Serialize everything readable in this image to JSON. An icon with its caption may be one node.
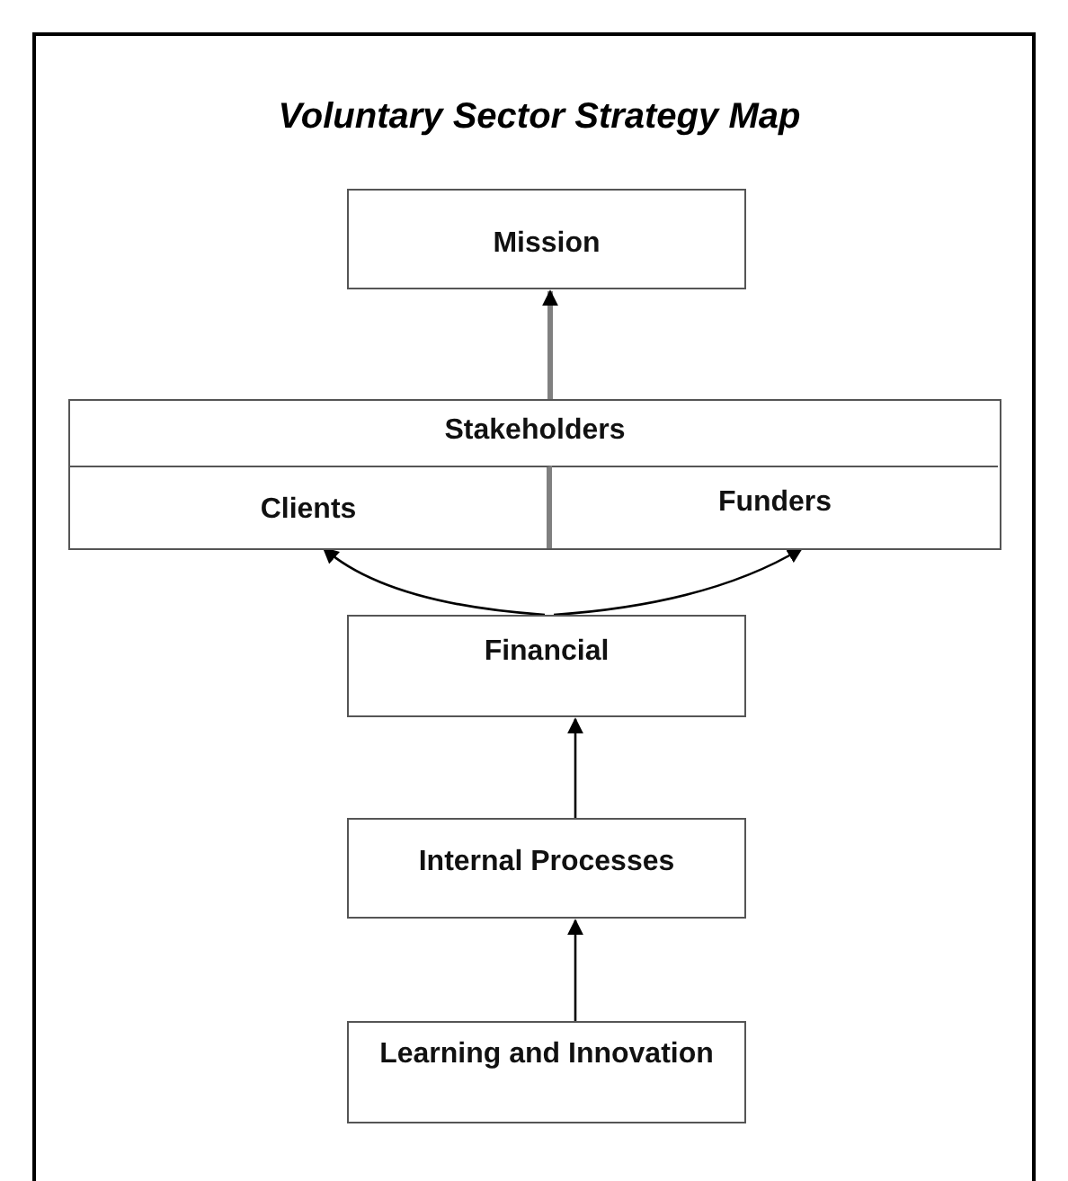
{
  "diagram": {
    "title": "Voluntary Sector Strategy Map",
    "nodes": [
      {
        "text": [
          "Mission"
        ]
      },
      {
        "text": [
          "Stakeholders"
        ]
      },
      {
        "text": [
          "Clients"
        ],
        "in": 1
      },
      {
        "text": [
          "Funders"
        ],
        "in": 1
      },
      {
        "text": [
          "Financial"
        ]
      },
      {
        "text": [
          "Internal Processes"
        ]
      },
      {
        "text": [
          "Learning and Innovation"
        ]
      }
    ],
    "edges": [
      {
        "from": 1,
        "to": 0,
        "arrow": "to",
        "style": "thick",
        "color": "#808080"
      },
      {
        "from": 4,
        "to": 2,
        "arrow": "to"
      },
      {
        "from": 4,
        "to": 3,
        "arrow": "to"
      },
      {
        "from": 5,
        "to": 4,
        "arrow": "to"
      },
      {
        "from": 6,
        "to": 5,
        "arrow": "to"
      }
    ]
  }
}
